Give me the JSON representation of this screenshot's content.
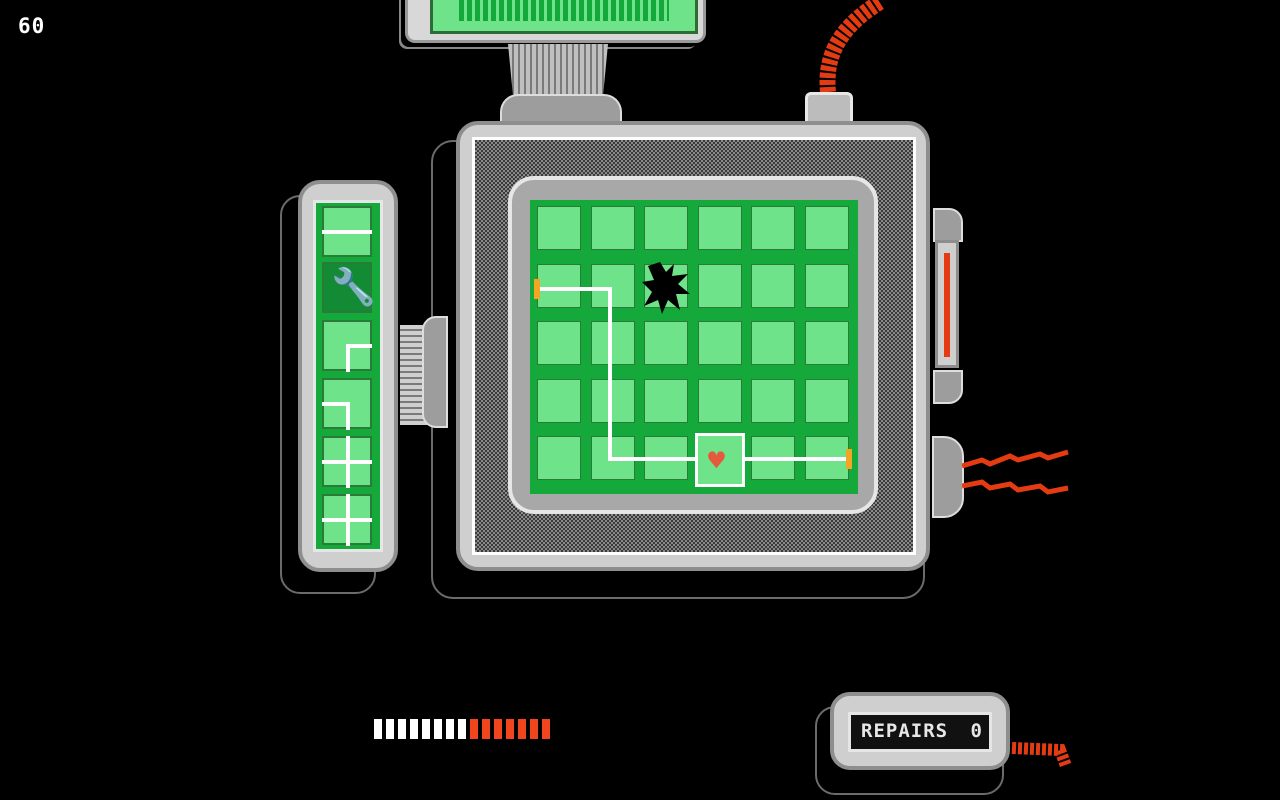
{
  "hud": {
    "fps": "60"
  },
  "health": {
    "segments_total": 15,
    "segments_filled": 8
  },
  "repairs": {
    "label": "REPAIRS",
    "value": "0"
  },
  "colors": {
    "screen_green": "#6ee38a",
    "grid_green": "#15a83a",
    "pipe_white": "#ffffff",
    "heart_red": "#e45a3a",
    "health_red": "#f0451d",
    "endcap_orange": "#f2a623"
  },
  "icons": {
    "wrench": "wrench-icon",
    "heart": "heart-icon",
    "crack": "crack-icon"
  },
  "board": {
    "cols": 6,
    "rows": 5
  },
  "tool_tray": {
    "slots": [
      "straight-pipe",
      "wrench",
      "elbow-pipe",
      "elbow-pipe",
      "cross-pipe",
      "cross-pipe"
    ],
    "selected": "wrench"
  }
}
